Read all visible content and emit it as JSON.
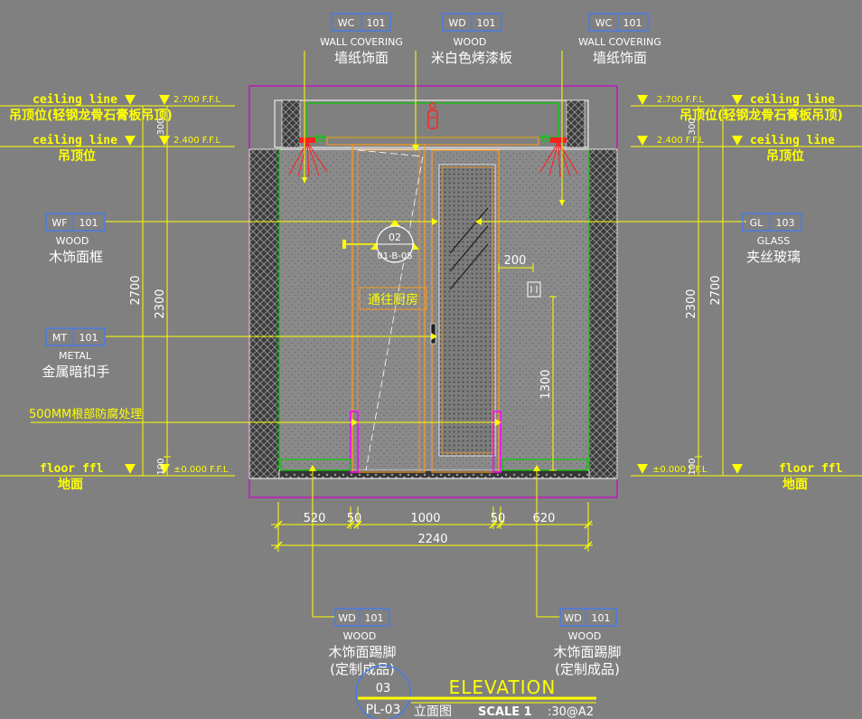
{
  "colors": {
    "background": "#808080",
    "yellow": "#ffff00",
    "white": "#ffffff",
    "blue": "#3a7bff",
    "magenta": "#ff00ff",
    "red": "#ff2020",
    "green": "#00d000",
    "orange": "#ff9a20",
    "dark": "#2a2a2a"
  },
  "tags": {
    "top_left": {
      "code": "WC",
      "num": "101",
      "en": "WALL COVERING",
      "cn": "墙纸饰面"
    },
    "top_center": {
      "code": "WD",
      "num": "101",
      "en": "WOOD",
      "cn": "米白色烤漆板"
    },
    "top_right": {
      "code": "WC",
      "num": "101",
      "en": "WALL COVERING",
      "cn": "墙纸饰面"
    },
    "wf": {
      "code": "WF",
      "num": "101",
      "en": "WOOD",
      "cn": "木饰面框"
    },
    "mt": {
      "code": "MT",
      "num": "101",
      "en": "METAL",
      "cn": "金属暗扣手"
    },
    "gl": {
      "code": "GL",
      "num": "103",
      "en": "GLASS",
      "cn": "夹丝玻璃"
    },
    "bottom_left": {
      "code": "WD",
      "num": "101",
      "en": "WOOD",
      "cn": "木饰面踢脚",
      "cn2": "(定制成品)"
    },
    "bottom_right": {
      "code": "WD",
      "num": "101",
      "en": "WOOD",
      "cn": "木饰面踢脚",
      "cn2": "(定制成品)"
    }
  },
  "levels": {
    "ceiling_line": "ceiling line",
    "ceiling_cn_1": "吊顶位(轻钢龙骨石膏板吊顶)",
    "ceiling_cn_2": "吊顶位",
    "ffl_2700": "2.700 F.F.L",
    "ffl_2400": "2.400 F.F.L",
    "floor_ffl": "floor ffl",
    "floor_cn": "地面",
    "ffl_0": "±0.000 F.F.L"
  },
  "notes": {
    "anticorrosion": "500MM根部防腐处理",
    "passage": "通往厨房"
  },
  "section_marker": {
    "num": "02",
    "ref": "01-B-05"
  },
  "dims": {
    "v_2700": "2700",
    "v_2300": "2300",
    "v_300": "300",
    "v_100": "100",
    "v_1300": "1300",
    "h_200": "200",
    "h_520": "520",
    "h_50a": "50",
    "h_1000": "1000",
    "h_50b": "50",
    "h_620": "620",
    "h_2240": "2240"
  },
  "title_block": {
    "num": "03",
    "sheet": "PL-03",
    "title_en": "ELEVATION",
    "title_cn": "立面图",
    "scale_label": "SCALE 1",
    "scale_value": ":30@A2"
  }
}
